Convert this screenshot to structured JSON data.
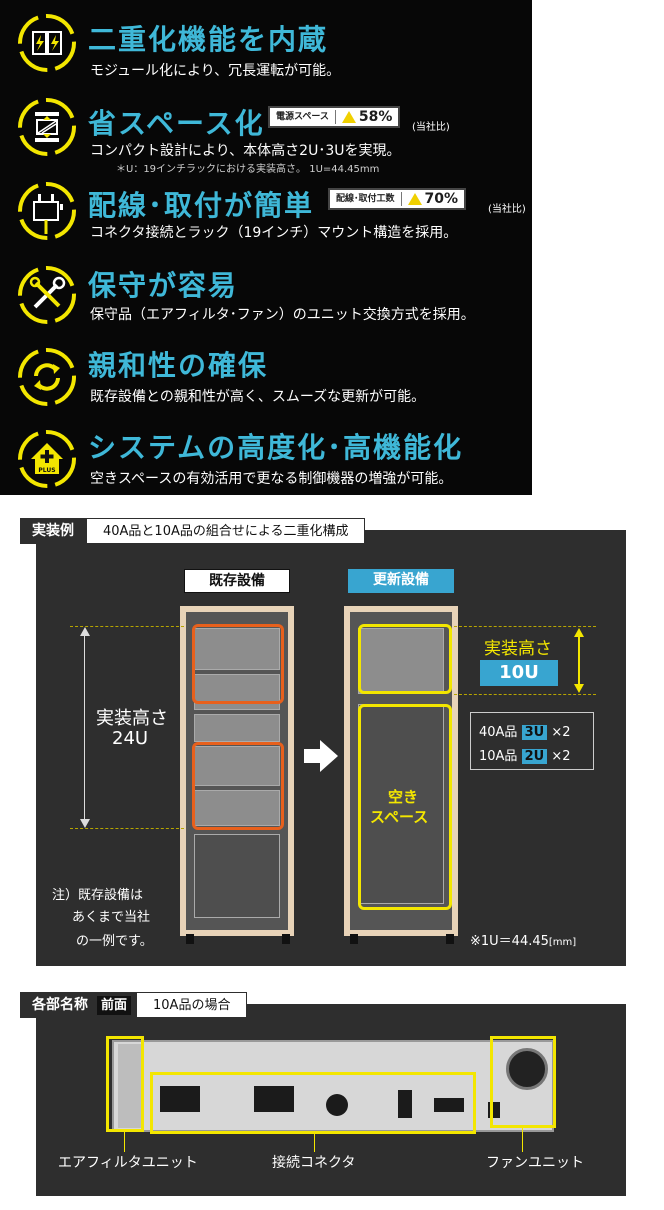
{
  "features": [
    {
      "title": "二重化機能を内蔵",
      "desc": "モジュール化により、冗長運転が可能。",
      "icon": "lightning-icon"
    },
    {
      "title": "省スペース化",
      "desc": "コンパクト設計により、本体高さ2U･3Uを実現。",
      "note": "＊U：19インチラックにおける実装高さ。 1U=44.45mm",
      "badge_label": "電源スペース",
      "badge_value": "58%",
      "comparison": "(当社比)",
      "icon": "compress-icon"
    },
    {
      "title": "配線･取付が簡単",
      "desc": "コネクタ接続とラック（19インチ）マウント構造を採用。",
      "badge_label": "配線･取付工数",
      "badge_value": "70%",
      "comparison": "(当社比)",
      "icon": "plug-icon"
    },
    {
      "title": "保守が容易",
      "desc": "保守品（エアフィルタ･ファン）のユニット交換方式を採用。",
      "icon": "tools-icon"
    },
    {
      "title": "親和性の確保",
      "desc": "既存設備との親和性が高く、スムーズな更新が可能。",
      "icon": "refresh-icon"
    },
    {
      "title": "システムの高度化･高機能化",
      "desc": "空きスペースの有効活用で更なる制御機器の増強が可能。",
      "icon": "plus-home-icon",
      "icon_text": "PLUS"
    }
  ],
  "example": {
    "tag": "実装例",
    "tag_desc": "40A品と10A品の組合せによる二重化構成",
    "existing_label": "既存設備",
    "updated_label": "更新設備",
    "height_label_1": "実装高さ",
    "height_label_2": "24U",
    "new_height_label": "実装高さ",
    "new_height_value": "10U",
    "spec_rows": [
      {
        "name": "40A品",
        "units": "3U",
        "qty": "×2"
      },
      {
        "name": "10A品",
        "units": "2U",
        "qty": "×2"
      }
    ],
    "empty_space_1": "空き",
    "empty_space_2": "スペース",
    "note_lines": [
      "注）既存設備は",
      "あくまで当社",
      "の一例です。"
    ],
    "unit_note": "※1U＝44.45",
    "unit_mm": "[mm]"
  },
  "parts": {
    "tag": "各部名称",
    "tag_sub": "前面",
    "tag_desc": "10A品の場合",
    "labels": [
      "エアフィルタユニット",
      "接続コネクタ",
      "ファンユニット"
    ]
  },
  "colors": {
    "accent": "#3fb8d8",
    "yellow": "#f3e600",
    "orange": "#e8601c",
    "badge_value": "#f0d000"
  }
}
